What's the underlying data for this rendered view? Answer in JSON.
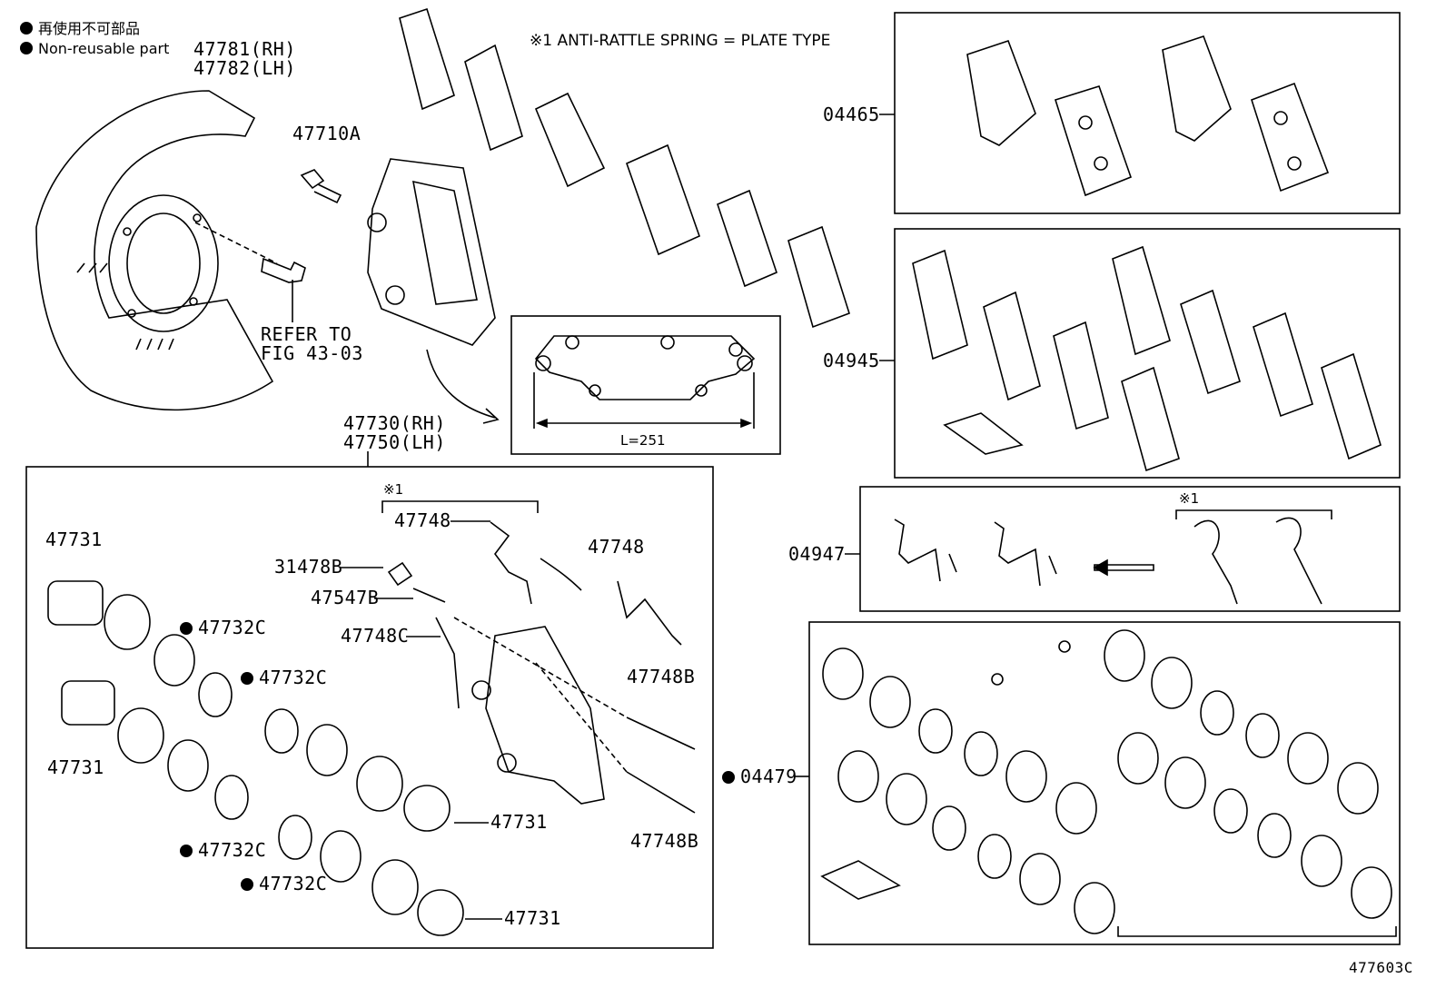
{
  "legend": {
    "line_jp": "再使用不可部品",
    "line_en": "Non-reusable part"
  },
  "note": "※1 ANTI-RATTLE SPRING = PLATE TYPE",
  "marker_mark": "※1",
  "dimension": "L=251",
  "refer": {
    "line1": "REFER TO",
    "line2": "FIG 43-03"
  },
  "figure_id": "477603C",
  "parts": {
    "p47781": "47781(RH)",
    "p47782": "47782(LH)",
    "p47710A": "47710A",
    "p47730": "47730(RH)",
    "p47750": "47750(LH)",
    "p04465": "04465",
    "p04945": "04945",
    "p04947": "04947",
    "p04479": "04479",
    "p47731": "47731",
    "p47732C": "47732C",
    "p47748": "47748",
    "p47748B": "47748B",
    "p47748C": "47748C",
    "p31478B": "31478B",
    "p47547B": "47547B"
  }
}
